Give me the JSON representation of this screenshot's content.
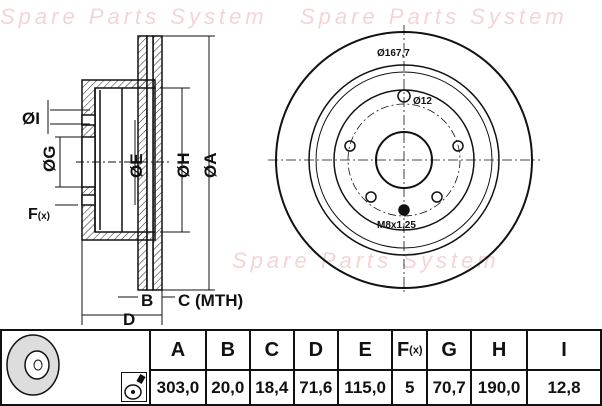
{
  "watermark": "Spare Parts System",
  "drawing": {
    "labels": {
      "I": "ØI",
      "G": "ØG",
      "E": "ØE",
      "H": "ØH",
      "A": "ØA",
      "F": "F",
      "F_sub": "(x)",
      "B": "B",
      "C": "C (MTH)",
      "D": "D"
    },
    "front_labels": {
      "bolt_circle": "Ø167,7",
      "hole": "Ø12",
      "thread": "M8x1,25"
    }
  },
  "table": {
    "headers": [
      "A",
      "B",
      "C",
      "D",
      "E",
      "F",
      "G",
      "H",
      "I"
    ],
    "f_sub": "(x)",
    "values": [
      "303,0",
      "20,0",
      "18,4",
      "71,6",
      "115,0",
      "5",
      "70,7",
      "190,0",
      "12,8"
    ]
  }
}
